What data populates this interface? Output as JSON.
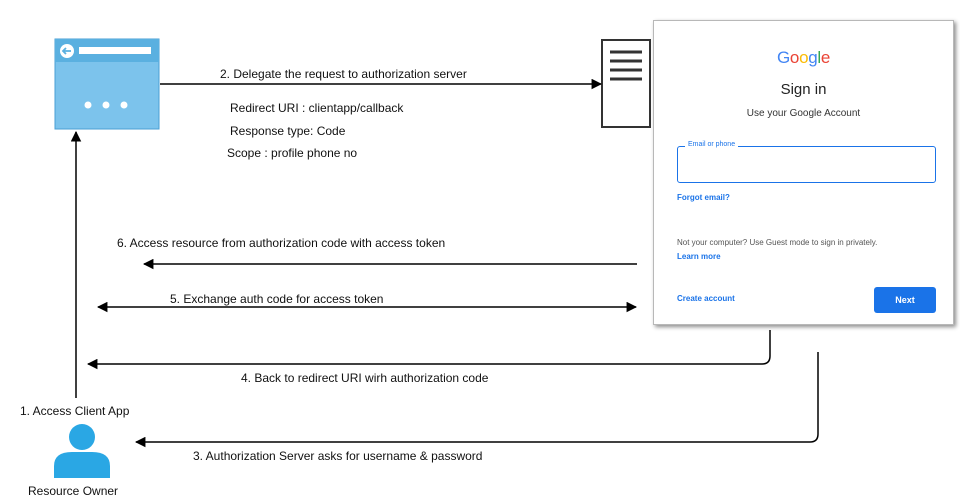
{
  "client_app": {
    "icon": "browser-window-icon"
  },
  "auth_server": {
    "icon": "server-document-icon"
  },
  "resource_owner": {
    "icon": "user-icon",
    "label": "Resource Owner"
  },
  "steps": {
    "s1": "1. Access Client App",
    "s2": "2. Delegate the request to authorization server",
    "s3": "3. Authorization Server asks for username & password",
    "s4": "4. Back to redirect URI wirh authorization code",
    "s5": "5. Exchange auth code for access token",
    "s6": "6. Access resource from authorization code with access token"
  },
  "request_params": {
    "redirect_uri": "Redirect URI : clientapp/callback",
    "response_type": "Response type: Code",
    "scope": "Scope : profile phone no"
  },
  "google_signin": {
    "logo_letters": [
      "G",
      "o",
      "o",
      "g",
      "l",
      "e"
    ],
    "logo_colors": [
      "#4285F4",
      "#EA4335",
      "#FBBC05",
      "#4285F4",
      "#34A853",
      "#EA4335"
    ],
    "title": "Sign in",
    "subtitle": "Use your Google Account",
    "email_label": "Email or phone",
    "forgot_email": "Forgot email?",
    "guest_note": "Not your computer? Use Guest mode to sign in privately.",
    "learn_more": "Learn more",
    "create_account": "Create account",
    "next_button": "Next"
  },
  "colors": {
    "icon_blue": "#5ab0e0",
    "icon_blue_light": "#7cc3ec",
    "user_blue": "#2aa7e4",
    "google_blue": "#1a73e8"
  }
}
